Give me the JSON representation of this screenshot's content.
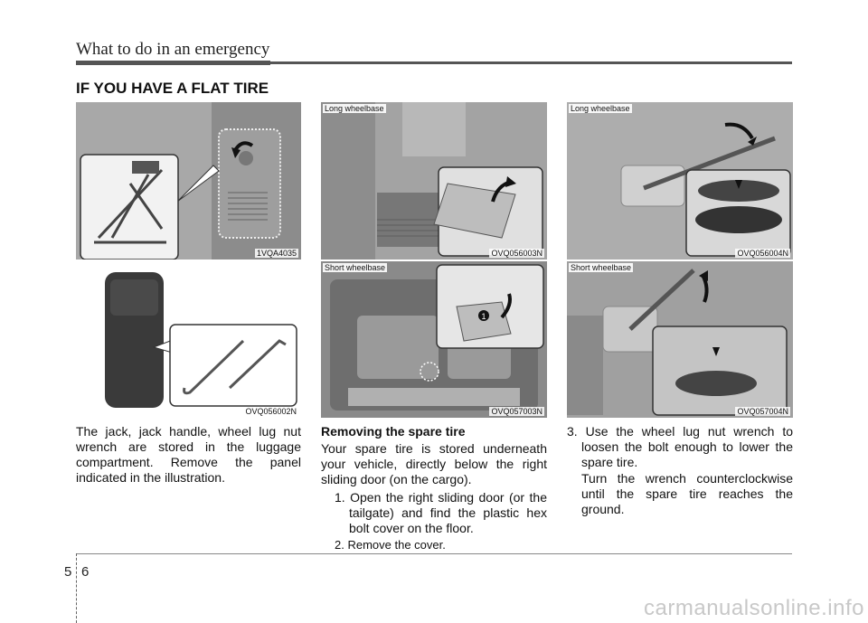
{
  "header": {
    "title": "What to do in an emergency"
  },
  "section": {
    "title": "IF YOU HAVE A FLAT TIRE"
  },
  "figures": {
    "jack": {
      "code": "1VQA4035"
    },
    "tools": {
      "code": "OVQ056002N"
    },
    "long_cover": {
      "tag": "Long wheelbase",
      "code": "OVQ056003N"
    },
    "short_cover": {
      "tag": "Short wheelbase",
      "code": "OVQ057003N",
      "marker": "1"
    },
    "long_wrench": {
      "tag": "Long wheelbase",
      "code": "OVQ056004N"
    },
    "short_wrench": {
      "tag": "Short wheelbase",
      "code": "OVQ057004N"
    }
  },
  "column1": {
    "text": "The jack, jack handle, wheel lug nut wrench are stored in the luggage compartment. Remove the panel indicated in the illustration."
  },
  "column2": {
    "heading": "Removing the spare tire",
    "intro": "Your spare tire is stored underneath your vehicle, directly below the right sliding door (on the cargo).",
    "step1": "1. Open the right sliding door (or the tailgate) and find the plastic hex bolt cover on the floor.",
    "step2": "2. Remove the cover."
  },
  "column3": {
    "step3": "3. Use the wheel lug nut wrench to loosen the bolt enough to lower the spare tire.",
    "step3b": "Turn the wrench counterclockwise until the spare tire reaches the ground."
  },
  "footer": {
    "chapter": "5",
    "page": "6",
    "watermark": "carmanualsonline.info"
  }
}
